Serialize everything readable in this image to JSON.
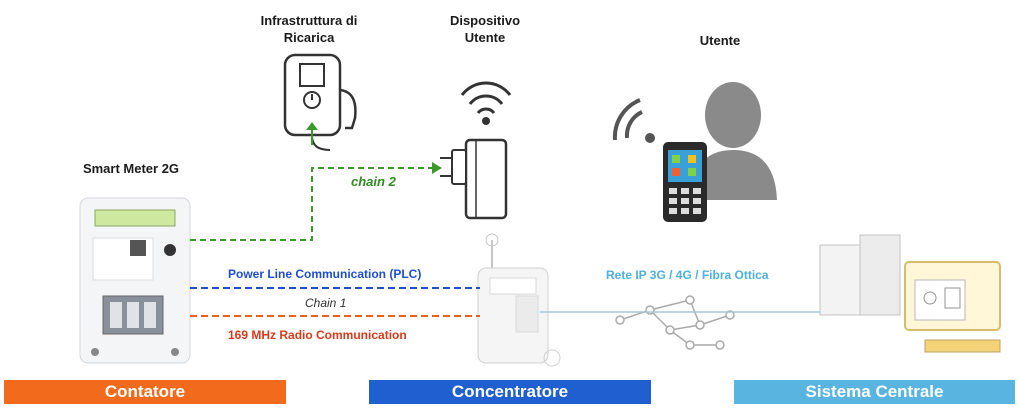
{
  "labels": {
    "infrastruttura": "Infrastruttura di Ricarica",
    "dispositivo": "Dispositivo Utente",
    "utente": "Utente",
    "smart_meter": "Smart Meter 2G"
  },
  "links": {
    "chain2": "chain 2",
    "plc": "Power Line Communication (PLC)",
    "chain1": "Chain  1",
    "radio": "169 MHz Radio Communication",
    "rete": "Rete IP 3G / 4G / Fibra Ottica"
  },
  "bars": [
    {
      "label": "Contatore",
      "color": "#f26b1d"
    },
    {
      "label": "Concentratore",
      "color": "#1f5fd0"
    },
    {
      "label": "Sistema Centrale",
      "color": "#5ab4e0"
    }
  ],
  "colors": {
    "chain2_line": "#3a9a2a",
    "plc_line": "#1f4fd0",
    "radio_line": "#e8601c",
    "chain2_text": "#2e8b1e",
    "plc_text": "#1f4fd0",
    "radio_text": "#d63a1a",
    "rete_text": "#4fb0dc"
  }
}
